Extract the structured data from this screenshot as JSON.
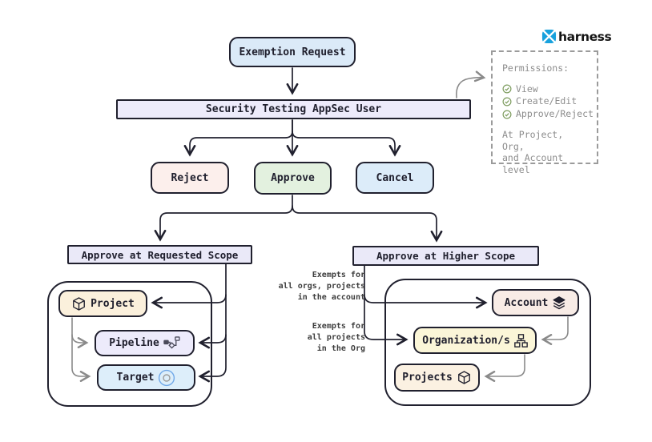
{
  "brand": {
    "name": "harness",
    "accent": "#17a1dd"
  },
  "nodes": {
    "exemption_request": "Exemption Request",
    "appsec_user": "Security Testing AppSec User",
    "reject": "Reject",
    "approve": "Approve",
    "cancel": "Cancel",
    "requested_scope": "Approve at Requested Scope",
    "higher_scope": "Approve at Higher Scope",
    "project": {
      "label": "Project",
      "icon": "cube-icon"
    },
    "pipeline": {
      "label": "Pipeline",
      "icon": "pipeline-icon"
    },
    "target": {
      "label": "Target",
      "icon": "target-icon"
    },
    "account": {
      "label": "Account",
      "icon": "layers-icon"
    },
    "organizations": {
      "label": "Organization/s",
      "icon": "org-chart-icon"
    },
    "projects": {
      "label": "Projects",
      "icon": "cube-icon"
    }
  },
  "annotations": {
    "account_note": [
      "Exempts for",
      "all orgs, projects",
      "in the account"
    ],
    "org_note": [
      "Exempts for",
      "all projects",
      "in the Org"
    ]
  },
  "permissions": {
    "title": "Permissions:",
    "items": [
      {
        "icon": "check-circle-icon",
        "label": "View"
      },
      {
        "icon": "check-circle-icon",
        "label": "Create/Edit"
      },
      {
        "icon": "check-circle-icon",
        "label": "Approve/Reject"
      }
    ],
    "footnote": [
      "At Project, Org,",
      "and Account level"
    ]
  },
  "colors": {
    "border": "#20202e",
    "blue_fill": "#dbeaf8",
    "lavender_fill": "#edebfb",
    "red_fill": "#fcefec",
    "green_fill": "#e3f1df",
    "cream_fill": "#fbf0dc",
    "rose_fill": "#f8ece6",
    "yellow_fill": "#fbf6d8",
    "gray_arrow": "#8a8a8a",
    "check_green": "#7d9c5e"
  }
}
